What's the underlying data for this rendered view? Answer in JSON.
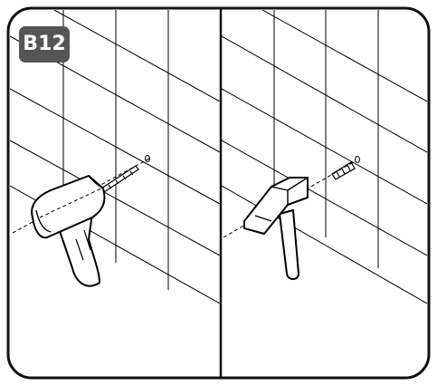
{
  "step": {
    "label": "B12",
    "badge_color": "#555555"
  },
  "colors": {
    "line": "#000000",
    "frame": "#111111",
    "background": "#ffffff"
  },
  "panels": [
    {
      "depicts": "drill-boring-hole-in-tiled-wall"
    },
    {
      "depicts": "hammer-tapping-wall-plug-into-hole"
    }
  ]
}
